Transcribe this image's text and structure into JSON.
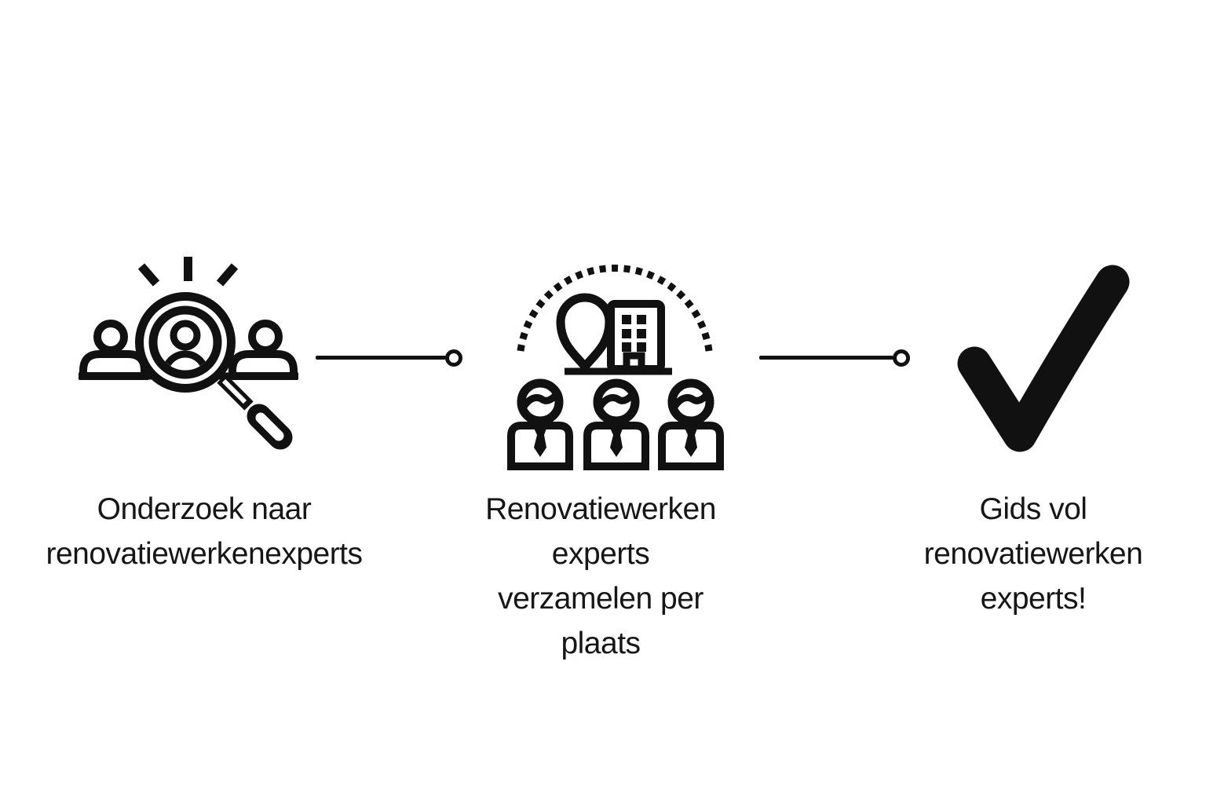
{
  "diagram": {
    "background": "#ffffff",
    "ink_color": "#111111",
    "text_color": "#161616",
    "steps": [
      {
        "id": "onderzoek",
        "icon": "people-search-icon",
        "label": "Onderzoek naar renovatiewerkenexperts",
        "lines": [
          "Onderzoek naar",
          "renovatiewerkenexperts"
        ]
      },
      {
        "id": "verzamelen",
        "icon": "experts-per-place-icon",
        "label": "Renovatiewerken experts verzamelen per plaats",
        "lines": [
          "Renovatiewerken",
          "experts",
          "verzamelen per",
          "plaats"
        ]
      },
      {
        "id": "gids",
        "icon": "checkmark-icon",
        "label": "Gids vol renovatiewerken experts!",
        "lines": [
          "Gids vol",
          "renovatiewerken",
          "experts!"
        ]
      }
    ]
  }
}
